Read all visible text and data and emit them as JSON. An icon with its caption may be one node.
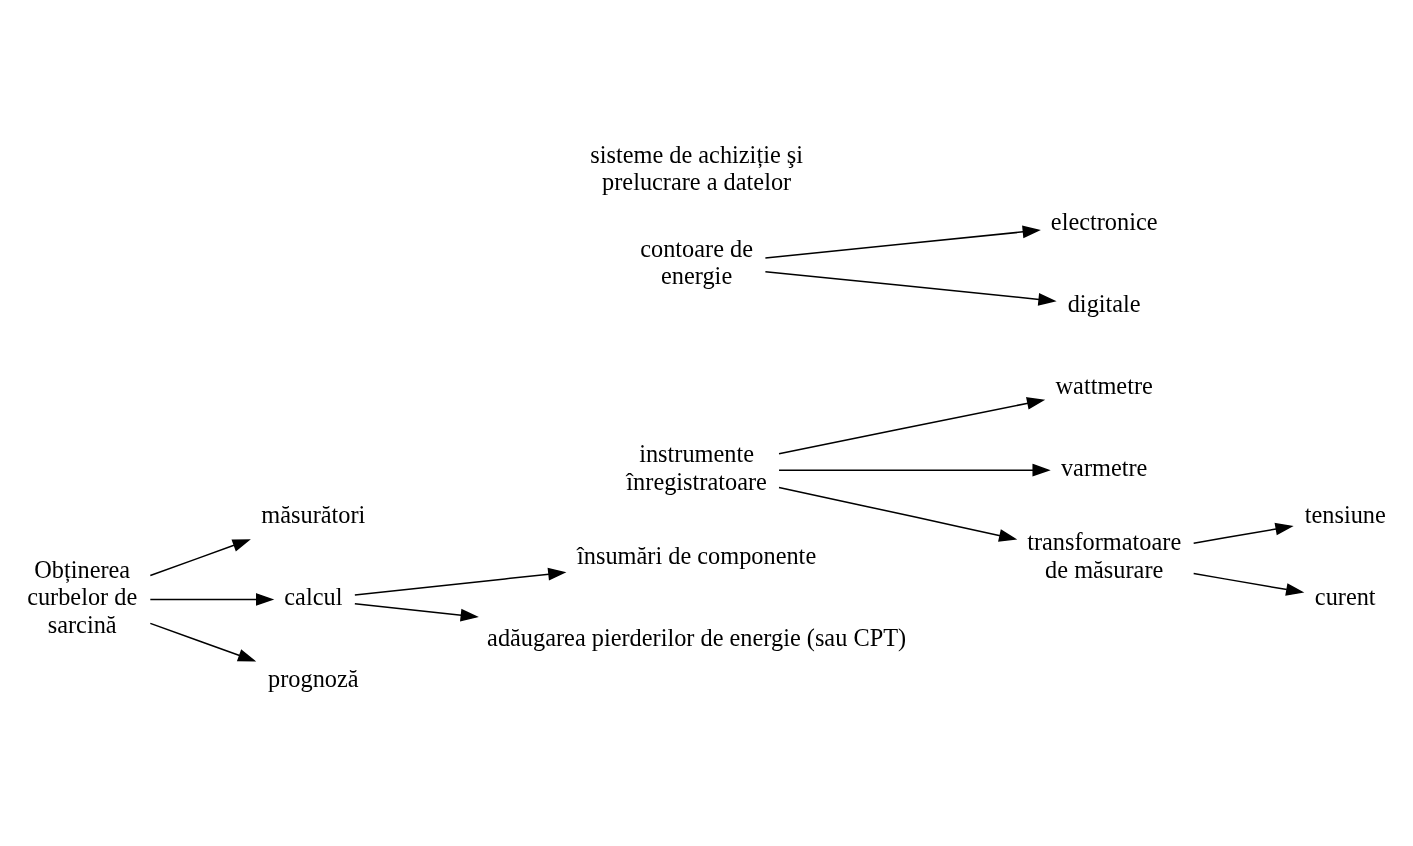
{
  "diagram": {
    "nodes": [
      {
        "text": [
          "Obținerea curbelor de sarcină"
        ]
      },
      {
        "text": [
          "măsurători"
        ]
      },
      {
        "text": [
          "calcul"
        ]
      },
      {
        "text": [
          "prognoză"
        ]
      },
      {
        "text": [
          "instrumente înregistratoare"
        ]
      },
      {
        "text": [
          "contoare de energie"
        ]
      },
      {
        "text": [
          "sisteme de achiziție şi prelucrare a datelor"
        ]
      },
      {
        "text": [
          "wattmetre"
        ]
      },
      {
        "text": [
          "varmetre"
        ]
      },
      {
        "text": [
          "transformatoare de măsurare"
        ]
      },
      {
        "text": [
          "tensiune"
        ]
      },
      {
        "text": [
          "curent"
        ]
      },
      {
        "text": [
          "electronice"
        ]
      },
      {
        "text": [
          "digitale"
        ]
      },
      {
        "text": [
          "însumări de componente"
        ]
      },
      {
        "text": [
          "adăugarea pierderilor de energie (sau CPT)"
        ]
      }
    ],
    "edges": [
      {
        "from": 0,
        "to": 1,
        "arrow": "to"
      },
      {
        "from": 0,
        "to": 2,
        "arrow": "to"
      },
      {
        "from": 0,
        "to": 3,
        "arrow": "to"
      },
      {
        "from": 4,
        "to": 7,
        "arrow": "to"
      },
      {
        "from": 4,
        "to": 8,
        "arrow": "to"
      },
      {
        "from": 4,
        "to": 9,
        "arrow": "to"
      },
      {
        "from": 9,
        "to": 10,
        "arrow": "to"
      },
      {
        "from": 9,
        "to": 11,
        "arrow": "to"
      },
      {
        "from": 5,
        "to": 12,
        "arrow": "to"
      },
      {
        "from": 5,
        "to": 13,
        "arrow": "to"
      },
      {
        "from": 2,
        "to": 14,
        "arrow": "to"
      },
      {
        "from": 2,
        "to": 15,
        "arrow": "to"
      }
    ]
  }
}
